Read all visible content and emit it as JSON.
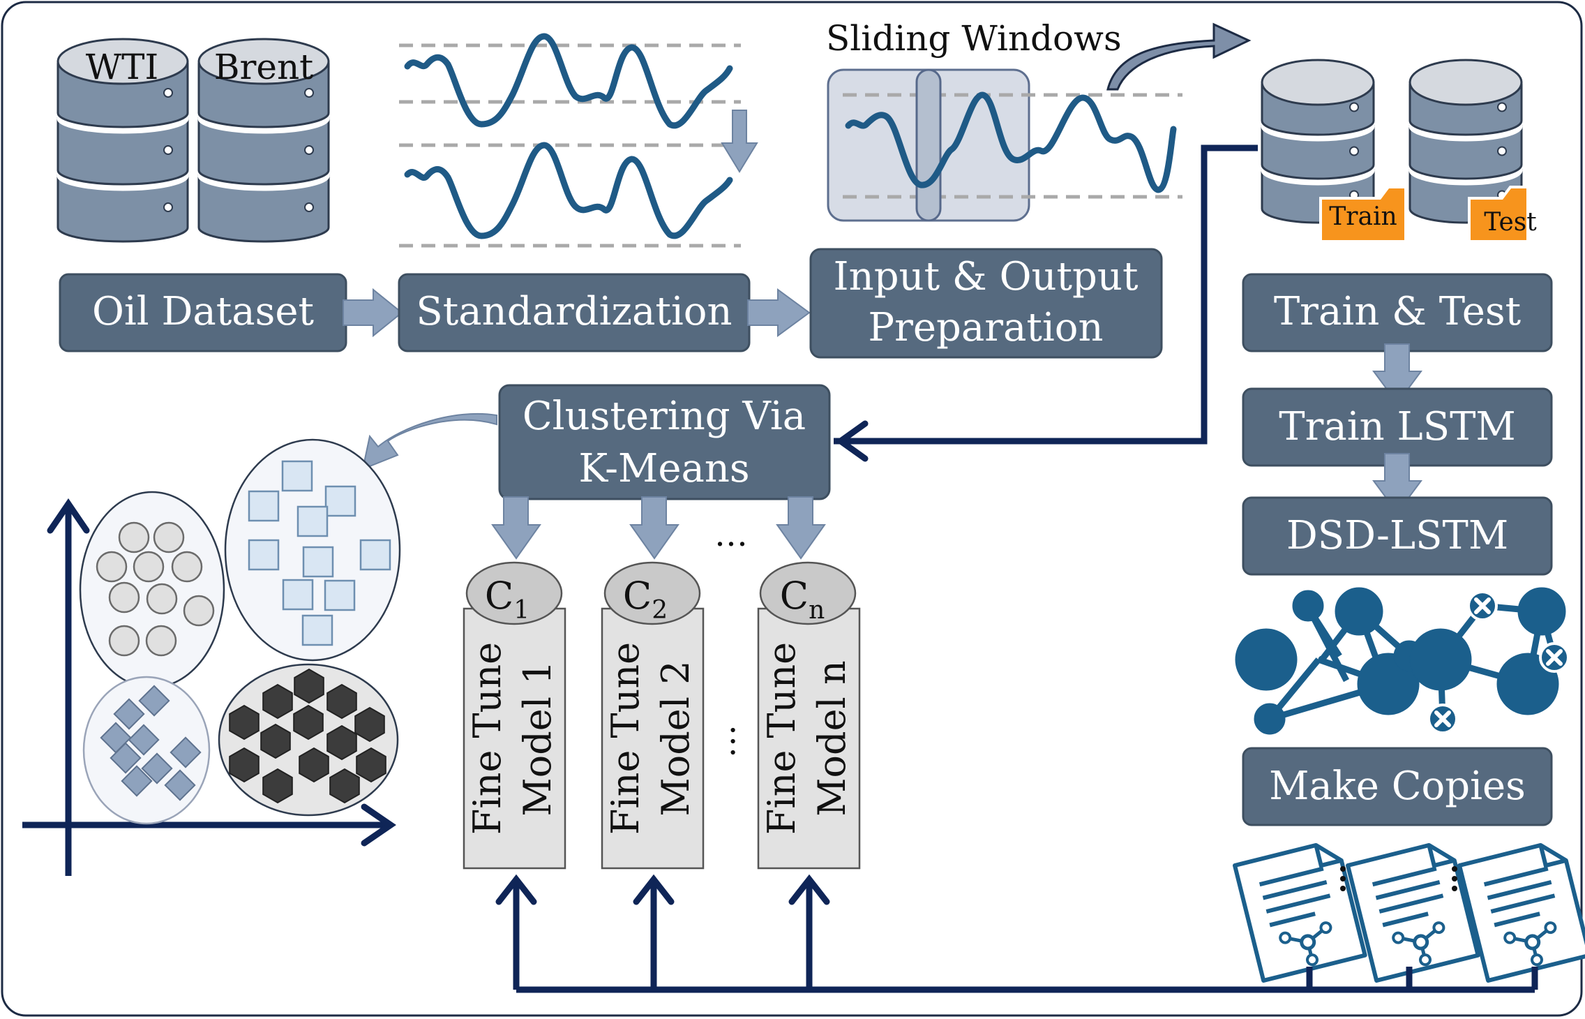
{
  "pipeline": {
    "oil_dataset": "Oil Dataset",
    "standardization": "Standardization",
    "io_prep_line1": "Input & Output",
    "io_prep_line2": "Preparation",
    "train_test": "Train & Test",
    "train_lstm": "Train LSTM",
    "dsd_lstm": "DSD-LSTM",
    "make_copies": "Make Copies",
    "clustering_line1": "Clustering Via",
    "clustering_line2": "K-Means"
  },
  "databases": {
    "wti": "WTI",
    "brent": "Brent",
    "train_tag": "Train",
    "test_tag": "Test"
  },
  "sliding_windows": "Sliding Windows",
  "clusters": [
    {
      "base": "C",
      "sub": "1",
      "line1": "Fine Tune",
      "line2": "Model 1"
    },
    {
      "base": "C",
      "sub": "2",
      "line1": "Fine Tune",
      "line2": "Model 2"
    },
    {
      "base": "C",
      "sub": "n",
      "line1": "Fine Tune",
      "line2": "Model n"
    }
  ],
  "ellipsis": "…",
  "colors": {
    "box_fill": "#566a7f",
    "box_stroke": "#3e4f60",
    "navy": "#0f2557",
    "wave": "#1f5a86",
    "db_fill": "#7d90a6",
    "arrow_fill": "#8ea2bd",
    "tag_orange": "#f7941d",
    "node_blue": "#1b5f8c"
  }
}
